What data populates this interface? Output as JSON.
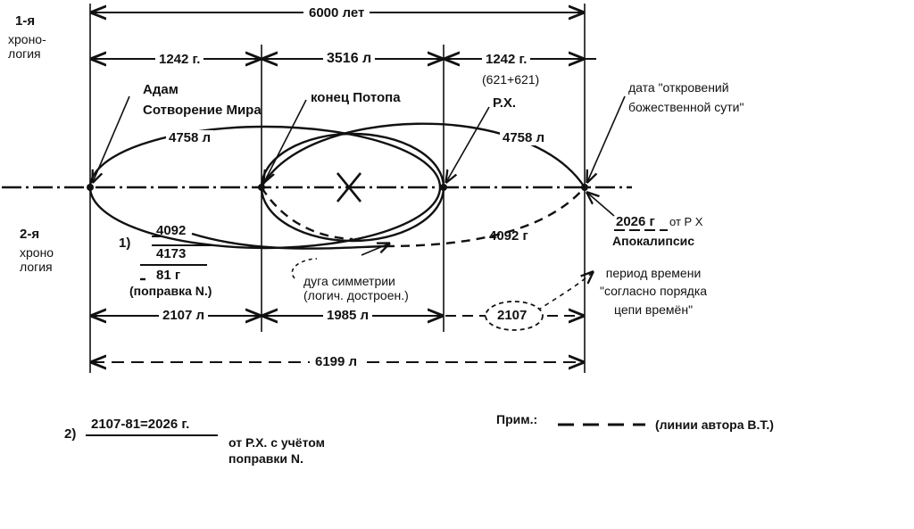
{
  "chronology_1": "1-я",
  "chronology_1_desc": [
    "хроно-",
    "логия"
  ],
  "chronology_2": "2-я",
  "chronology_2_desc": [
    "хроно",
    "логия"
  ],
  "total_top": "6000 лет",
  "seg_top_1": "1242 г.",
  "seg_top_2": "3516 л",
  "seg_top_3": "1242 г.",
  "seg_top_3_sub": "(621+621)",
  "adam": "Адам",
  "creation": "Сотворение Мира",
  "flood_end": "конец Потопа",
  "rx": "Р.Х.",
  "date_revelation": [
    "дата  \"откровений",
    "божественной сути\""
  ],
  "arc_left": "4758 л",
  "arc_right": "4758 л",
  "arc_lower": "4092 г",
  "year_2026": "2026 г",
  "from_rx": "от Р Х",
  "apocalypse": "Апокалипсис",
  "calc_1_index": "1)",
  "calc_1_a": "4092",
  "calc_1_b": "4173",
  "calc_1_result": "81 г",
  "calc_1_note": "(поправка N.)",
  "symmetry_arc": [
    "дуга симметрии",
    "(логич. достроен.)"
  ],
  "time_period": [
    "период времени",
    "\"согласно порядка",
    "цепи времён\""
  ],
  "seg_bottom_1": "2107 л",
  "seg_bottom_2": "1985 л",
  "seg_bottom_3": "2107",
  "total_bottom": "6199 л",
  "calc_2_index": "2)",
  "calc_2_formula": "2107-81=2026 г.",
  "calc_2_note": [
    "от Р.Х. с учётом",
    "поправки N."
  ],
  "note_label": "Прим.:",
  "note_text": "(линии автора В.Т.)"
}
